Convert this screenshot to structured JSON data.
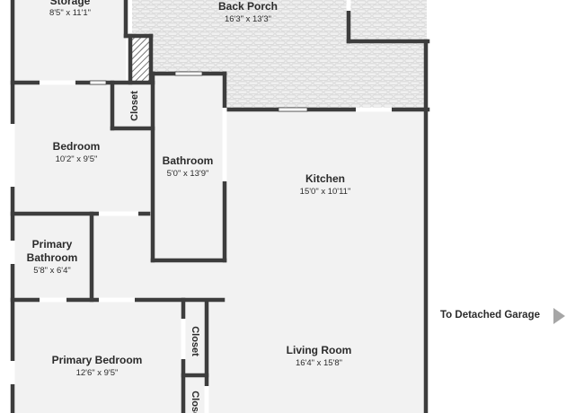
{
  "rooms": {
    "storage": {
      "name": "Storage",
      "dims": "8'5\" x 11'1\""
    },
    "back_porch": {
      "name": "Back Porch",
      "dims": "16'3\" x 13'3\""
    },
    "bedroom": {
      "name": "Bedroom",
      "dims": "10'2\" x 9'5\""
    },
    "closet_upper": {
      "name": "Closet"
    },
    "bathroom": {
      "name": "Bathroom",
      "dims": "5'0\" x 13'9\""
    },
    "kitchen": {
      "name": "Kitchen",
      "dims": "15'0\" x 10'11\""
    },
    "primary_bathroom": {
      "name_line1": "Primary",
      "name_line2": "Bathroom",
      "dims": "5'8\" x 6'4\""
    },
    "primary_bedroom": {
      "name": "Primary Bedroom",
      "dims": "12'6\" x 9'5\""
    },
    "closet_lower1": {
      "name": "Closet"
    },
    "closet_lower2": {
      "name": "Closet"
    },
    "living_room": {
      "name": "Living Room",
      "dims": "16'4\" x 15'8\""
    }
  },
  "garage_link": {
    "label": "To Detached Garage"
  },
  "colors": {
    "wall": "#3d3d3d",
    "floor": "#f2f2f2",
    "porch": "#eeeeee",
    "arrow": "#a6a6a6"
  }
}
